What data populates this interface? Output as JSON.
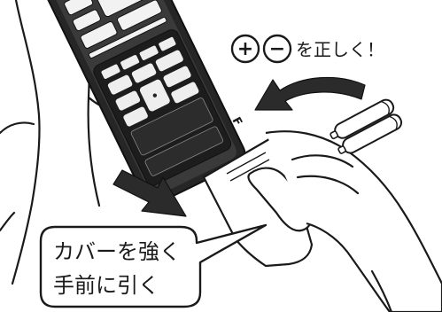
{
  "instruction": {
    "plus_symbol": "+",
    "minus_symbol": "−",
    "text": "を正しく！"
  },
  "callout": {
    "line1": "カバーを強く",
    "line2": "手前に引く"
  },
  "remote_tag": "F"
}
